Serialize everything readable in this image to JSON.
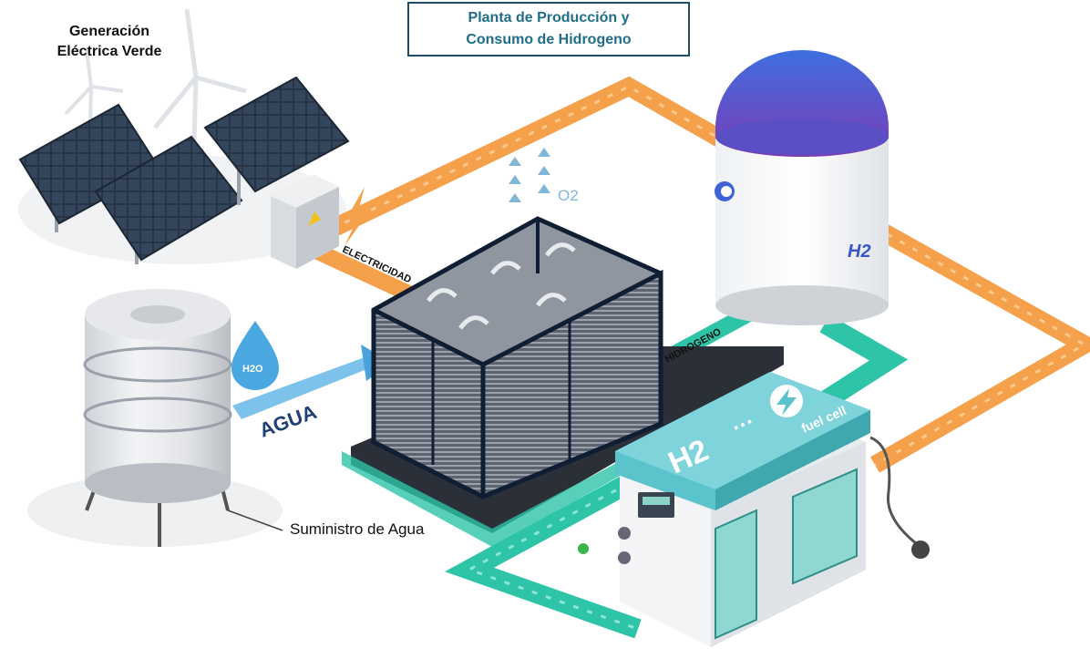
{
  "title": {
    "line1": "Planta de Producción y",
    "line2": "Consumo de Hidrogeno"
  },
  "labels": {
    "generacion_line1": "Generación",
    "generacion_line2": "Eléctrica Verde",
    "suministro": "Suministro de Agua",
    "agua": "AGUA",
    "electricidad": "ELECTRICIDAD",
    "hidrogeno": "HIDROGENO",
    "h2o": "H2O",
    "o2": "O2",
    "tank_h2": "H2",
    "fuel_cell_h2": "H2",
    "fuel_cell_dots": "···",
    "fuel_cell": "fuel cell"
  },
  "colors": {
    "title_text": "#1f6d8a",
    "title_border": "#1f4e66",
    "electric_arrow": "#f5a04a",
    "h2_arrow": "#2ec4a8",
    "water_arrow": "#7cc2ea",
    "tank_dome_top": "#3f63d6",
    "tank_dome_bottom": "#7a3fb8",
    "fuel_cell_roof": "#5bc3cc",
    "electrolyzer_frame": "#0f1e33"
  },
  "icons": {
    "bolt": "lightning-bolt-icon",
    "warning": "warning-sign-icon",
    "drop": "water-drop-icon",
    "fuel_cell_logo": "fuel-cell-logo-icon"
  }
}
